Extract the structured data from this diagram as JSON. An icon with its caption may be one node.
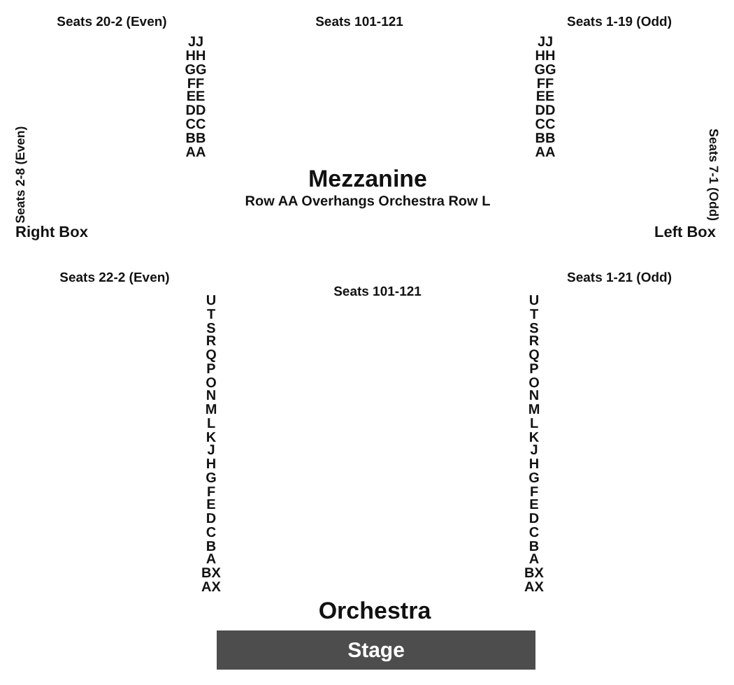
{
  "diagram": {
    "nodes": [
      {
        "text": [
          "Stage"
        ]
      }
    ],
    "labels": [
      "Seats 20-2 (Even)",
      "Seats 101-121",
      "Seats 1-19 (Odd)",
      "JJ",
      "HH",
      "GG",
      "FF",
      "EE",
      "DD",
      "CC",
      "BB",
      "AA",
      "JJ",
      "HH",
      "GG",
      "FF",
      "EE",
      "DD",
      "CC",
      "BB",
      "AA",
      "Seats 2-8 (Even)",
      "Mezzanine",
      "Row AA Overhangs Orchestra Row L",
      "Seats 7-1 (Odd)",
      "Right Box",
      "Left Box",
      "Seats 22-2 (Even)",
      "Seats 1-21 (Odd)",
      "Seats 101-121",
      "U",
      "T",
      "S",
      "R",
      "Q",
      "P",
      "O",
      "N",
      "M",
      "L",
      "K",
      "J",
      "H",
      "G",
      "F",
      "E",
      "D",
      "C",
      "B",
      "A",
      "BX",
      "AX",
      "U",
      "T",
      "S",
      "R",
      "Q",
      "P",
      "O",
      "N",
      "M",
      "L",
      "K",
      "J",
      "H",
      "G",
      "F",
      "E",
      "D",
      "C",
      "B",
      "A",
      "BX",
      "AX",
      "Orchestra"
    ]
  }
}
